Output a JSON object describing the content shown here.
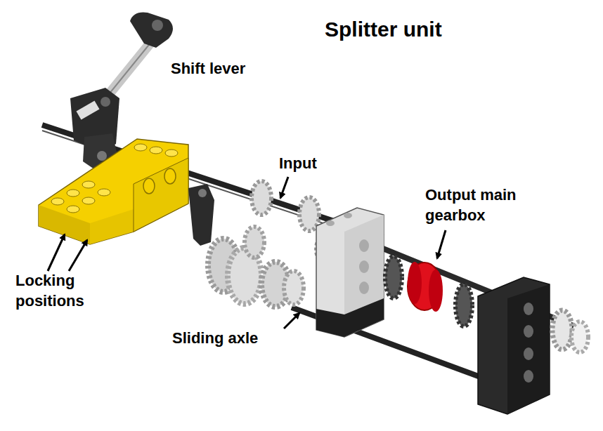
{
  "diagram": {
    "title": "Splitter unit",
    "labels": [
      "Shift lever",
      "Input",
      "Output main gearbox",
      "Locking positions",
      "Sliding axle"
    ]
  }
}
